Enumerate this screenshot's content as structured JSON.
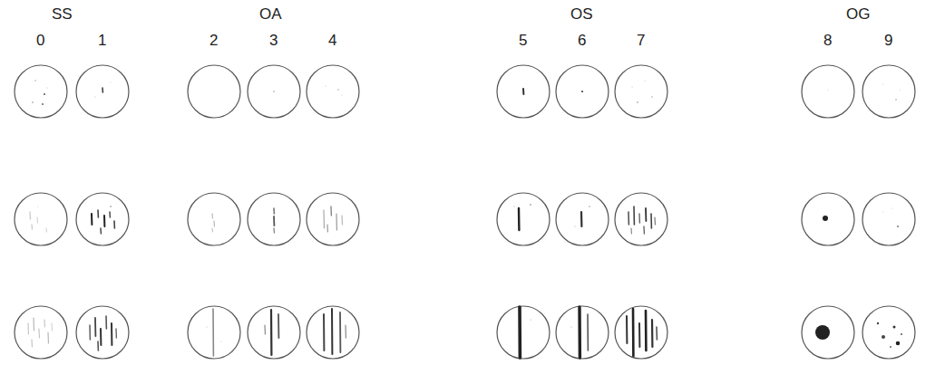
{
  "diagram": {
    "labels": [
      "SS",
      "OA",
      "OS",
      "OG",
      "0",
      "1",
      "2",
      "3",
      "4",
      "5",
      "6",
      "7",
      "8",
      "9"
    ]
  }
}
